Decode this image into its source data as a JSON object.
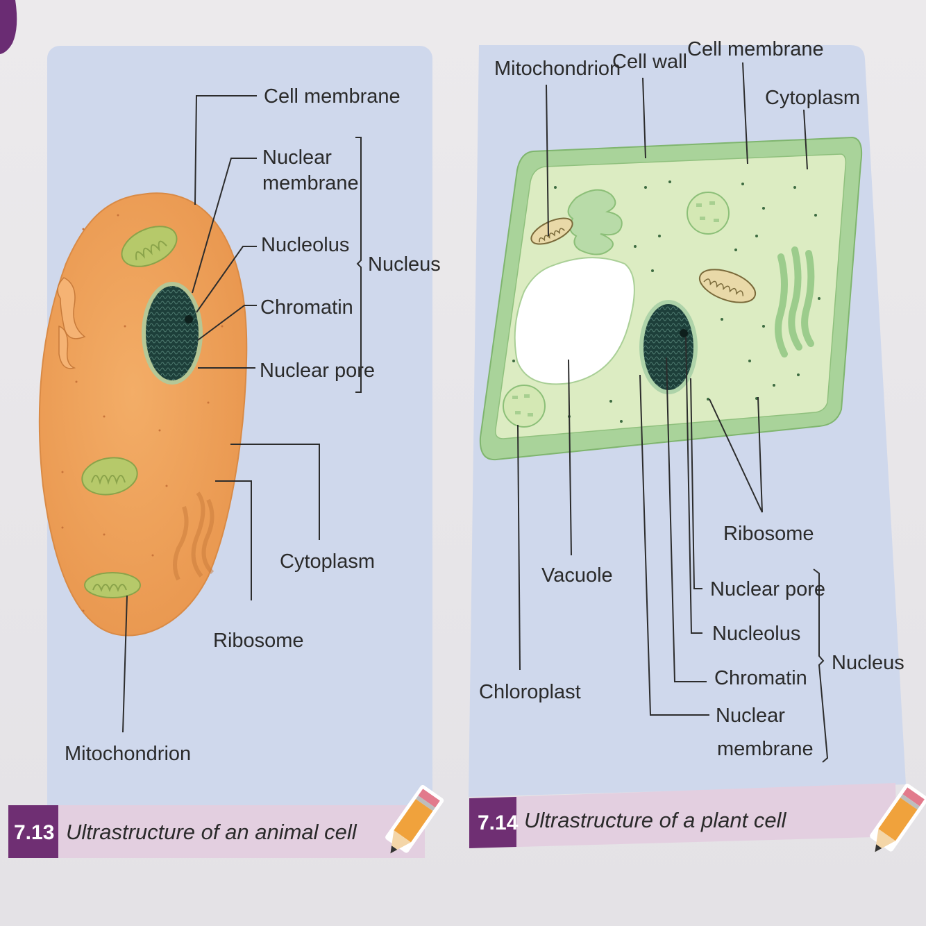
{
  "figures": [
    {
      "number": "7.13",
      "caption": "Ultrastructure of an animal cell",
      "labels": {
        "cell_membrane": "Cell membrane",
        "nuclear_membrane_1": "Nuclear",
        "nuclear_membrane_2": "membrane",
        "nucleolus": "Nucleolus",
        "chromatin": "Chromatin",
        "nuclear_pore": "Nuclear pore",
        "nucleus": "Nucleus",
        "cytoplasm": "Cytoplasm",
        "ribosome": "Ribosome",
        "mitochondrion": "Mitochondrion"
      }
    },
    {
      "number": "7.14",
      "caption": "Ultrastructure of a plant cell",
      "labels": {
        "mitochondrion": "Mitochondrion",
        "cell_wall": "Cell wall",
        "cell_membrane": "Cell membrane",
        "cytoplasm": "Cytoplasm",
        "ribosome": "Ribosome",
        "vacuole": "Vacuole",
        "nuclear_pore": "Nuclear pore",
        "nucleolus": "Nucleolus",
        "chromatin": "Chromatin",
        "nuclear_membrane_1": "Nuclear",
        "nuclear_membrane_2": "membrane",
        "nucleus": "Nucleus",
        "chloroplast": "Chloroplast"
      }
    }
  ],
  "colors": {
    "panel_bg": "#cfd8ec",
    "caption_bg": "#e3cfe0",
    "caption_num_bg": "#6f2f73",
    "animal_cell": "#f0a25a",
    "plant_wall": "#a9d39a",
    "plant_cytoplasm": "#dcecc2",
    "nucleus_dark": "#1f4d46",
    "organelle_green": "#b5c96a"
  }
}
